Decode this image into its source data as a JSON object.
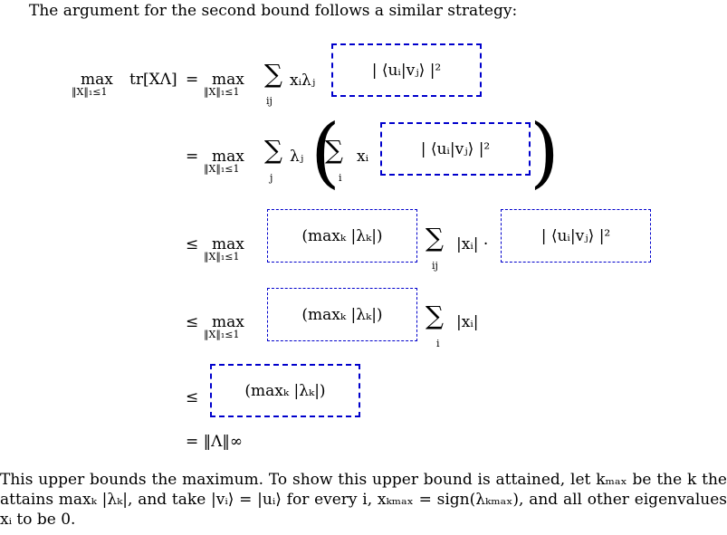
{
  "intro_text": "The argument for the second bound follows a similar strategy:",
  "symbols": {
    "max": "max",
    "norm_constraint": "‖X‖₁≤1",
    "lhs_trace": "tr[XΛ]",
    "eq": "=",
    "le": "≤",
    "sum": "∑",
    "sub_ij": "ij",
    "sub_i": "i",
    "sub_j": "j",
    "x_i_lambda_j": "xᵢλⱼ",
    "lambda_j": "λⱼ",
    "x_i": "xᵢ",
    "abs_x_i": "|xᵢ|",
    "abs_x_i_dot": "|xᵢ| ·",
    "left_paren": "(",
    "right_paren": ")",
    "final_norm": "= ‖Λ‖∞"
  },
  "boxes": {
    "overlap": "| ⟨uᵢ|vⱼ⟩ |²",
    "max_lambda": "(maxₖ |λₖ|)"
  },
  "outro_text": "This upper bounds the maximum. To show this upper bound is attained, let kₘₐₓ be the k the attains maxₖ |λₖ|, and take |vᵢ⟩ = |uᵢ⟩ for every i, xₖₘₐₓ = sign(λₖₘₐₓ), and all other eigenvalues xᵢ to be 0.",
  "colors": {
    "box_border": "#0000cc",
    "text": "#000000",
    "background": "#ffffff"
  }
}
